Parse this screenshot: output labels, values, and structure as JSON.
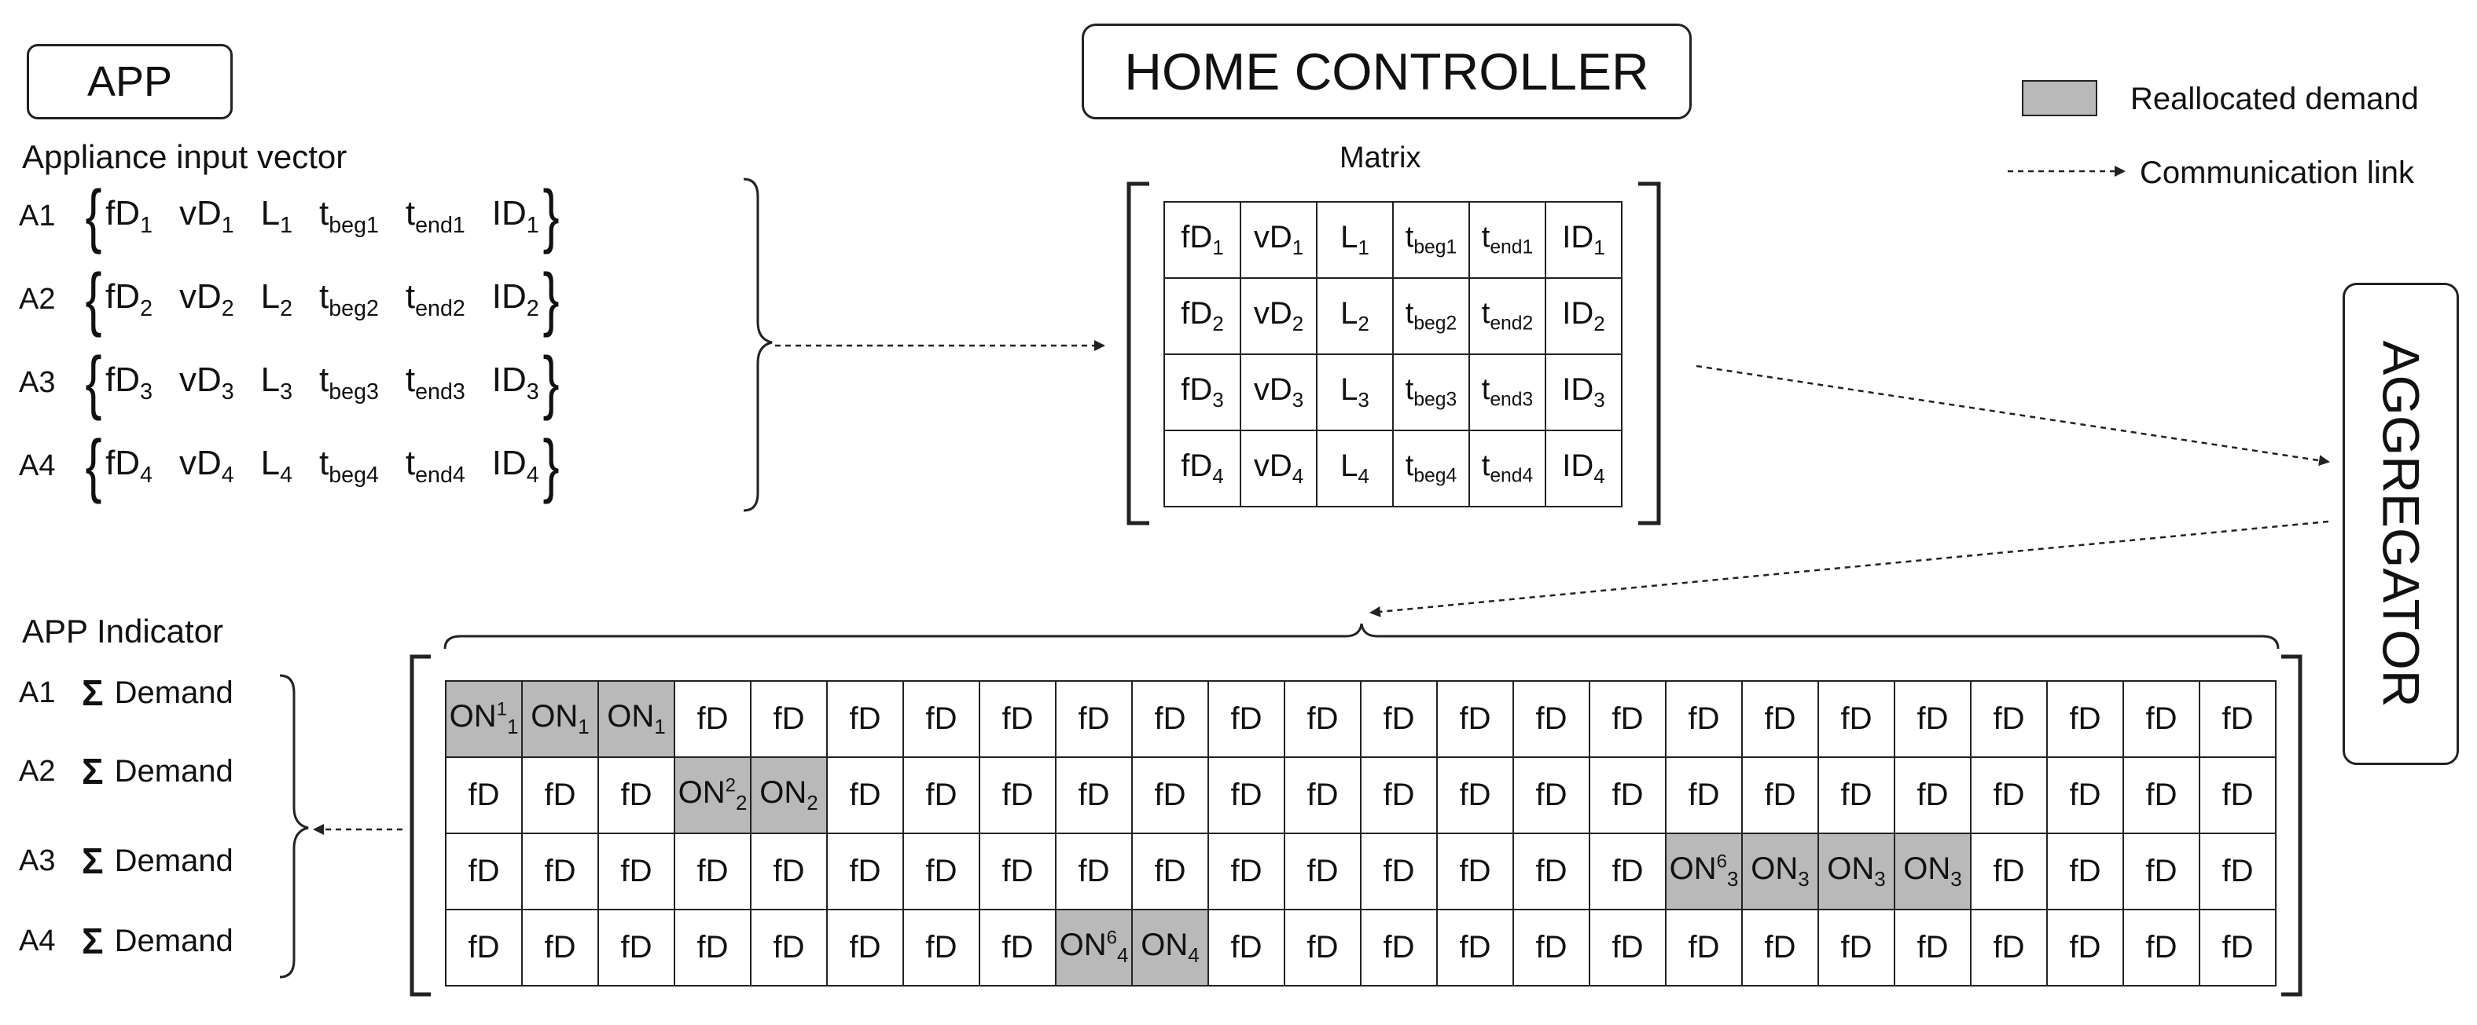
{
  "app_box": {
    "label": "APP"
  },
  "home_controller_box": {
    "label": "HOME CONTROLLER"
  },
  "aggregator_box": {
    "label": "AGGREGATOR"
  },
  "legend": {
    "reallocated_label": "Reallocated demand",
    "link_label": "Communication link",
    "reallocated_color": "#b9b9b9"
  },
  "input_vector": {
    "title": "Appliance input vector",
    "rows": [
      {
        "label": "A1",
        "items": [
          [
            "fD",
            "1"
          ],
          [
            "vD",
            "1"
          ],
          [
            "L",
            "1"
          ],
          [
            "t",
            "beg1"
          ],
          [
            "t",
            "end1"
          ],
          [
            "ID",
            "1"
          ]
        ]
      },
      {
        "label": "A2",
        "items": [
          [
            "fD",
            "2"
          ],
          [
            "vD",
            "2"
          ],
          [
            "L",
            "2"
          ],
          [
            "t",
            "beg2"
          ],
          [
            "t",
            "end2"
          ],
          [
            "ID",
            "2"
          ]
        ]
      },
      {
        "label": "A3",
        "items": [
          [
            "fD",
            "3"
          ],
          [
            "vD",
            "3"
          ],
          [
            "L",
            "3"
          ],
          [
            "t",
            "beg3"
          ],
          [
            "t",
            "end3"
          ],
          [
            "ID",
            "3"
          ]
        ]
      },
      {
        "label": "A4",
        "items": [
          [
            "fD",
            "4"
          ],
          [
            "vD",
            "4"
          ],
          [
            "L",
            "4"
          ],
          [
            "t",
            "beg4"
          ],
          [
            "t",
            "end4"
          ],
          [
            "ID",
            "4"
          ]
        ]
      }
    ]
  },
  "matrix": {
    "title": "Matrix",
    "rows": [
      [
        [
          "fD",
          "1"
        ],
        [
          "vD",
          "1"
        ],
        [
          "L",
          "1"
        ],
        [
          "t",
          "beg1"
        ],
        [
          "t",
          "end1"
        ],
        [
          "ID",
          "1"
        ]
      ],
      [
        [
          "fD",
          "2"
        ],
        [
          "vD",
          "2"
        ],
        [
          "L",
          "2"
        ],
        [
          "t",
          "beg2"
        ],
        [
          "t",
          "end2"
        ],
        [
          "ID",
          "2"
        ]
      ],
      [
        [
          "fD",
          "3"
        ],
        [
          "vD",
          "3"
        ],
        [
          "L",
          "3"
        ],
        [
          "t",
          "beg3"
        ],
        [
          "t",
          "end3"
        ],
        [
          "ID",
          "3"
        ]
      ],
      [
        [
          "fD",
          "4"
        ],
        [
          "vD",
          "4"
        ],
        [
          "L",
          "4"
        ],
        [
          "t",
          "beg4"
        ],
        [
          "t",
          "end4"
        ],
        [
          "ID",
          "4"
        ]
      ]
    ]
  },
  "indicator": {
    "title": "APP Indicator",
    "rows": [
      {
        "label": "A1",
        "text": "Demand",
        "symbol": "Σ"
      },
      {
        "label": "A2",
        "text": "Demand",
        "symbol": "Σ"
      },
      {
        "label": "A3",
        "text": "Demand",
        "symbol": "Σ"
      },
      {
        "label": "A4",
        "text": "Demand",
        "symbol": "Σ"
      }
    ]
  },
  "schedule": {
    "columns": 24,
    "default_text": "fD",
    "rows": [
      {
        "on": {
          "0": [
            "ON",
            "1",
            "1"
          ],
          "1": [
            "ON",
            "",
            "1"
          ],
          "2": [
            "ON",
            "",
            "1"
          ]
        }
      },
      {
        "on": {
          "3": [
            "ON",
            "2",
            "2"
          ],
          "4": [
            "ON",
            "",
            "2"
          ]
        }
      },
      {
        "on": {
          "16": [
            "ON",
            "6",
            "3"
          ],
          "17": [
            "ON",
            "",
            "3"
          ],
          "18": [
            "ON",
            "",
            "3"
          ],
          "19": [
            "ON",
            "",
            "3"
          ]
        }
      },
      {
        "on": {
          "8": [
            "ON",
            "6",
            "4"
          ],
          "9": [
            "ON",
            "",
            "4"
          ]
        }
      }
    ]
  }
}
